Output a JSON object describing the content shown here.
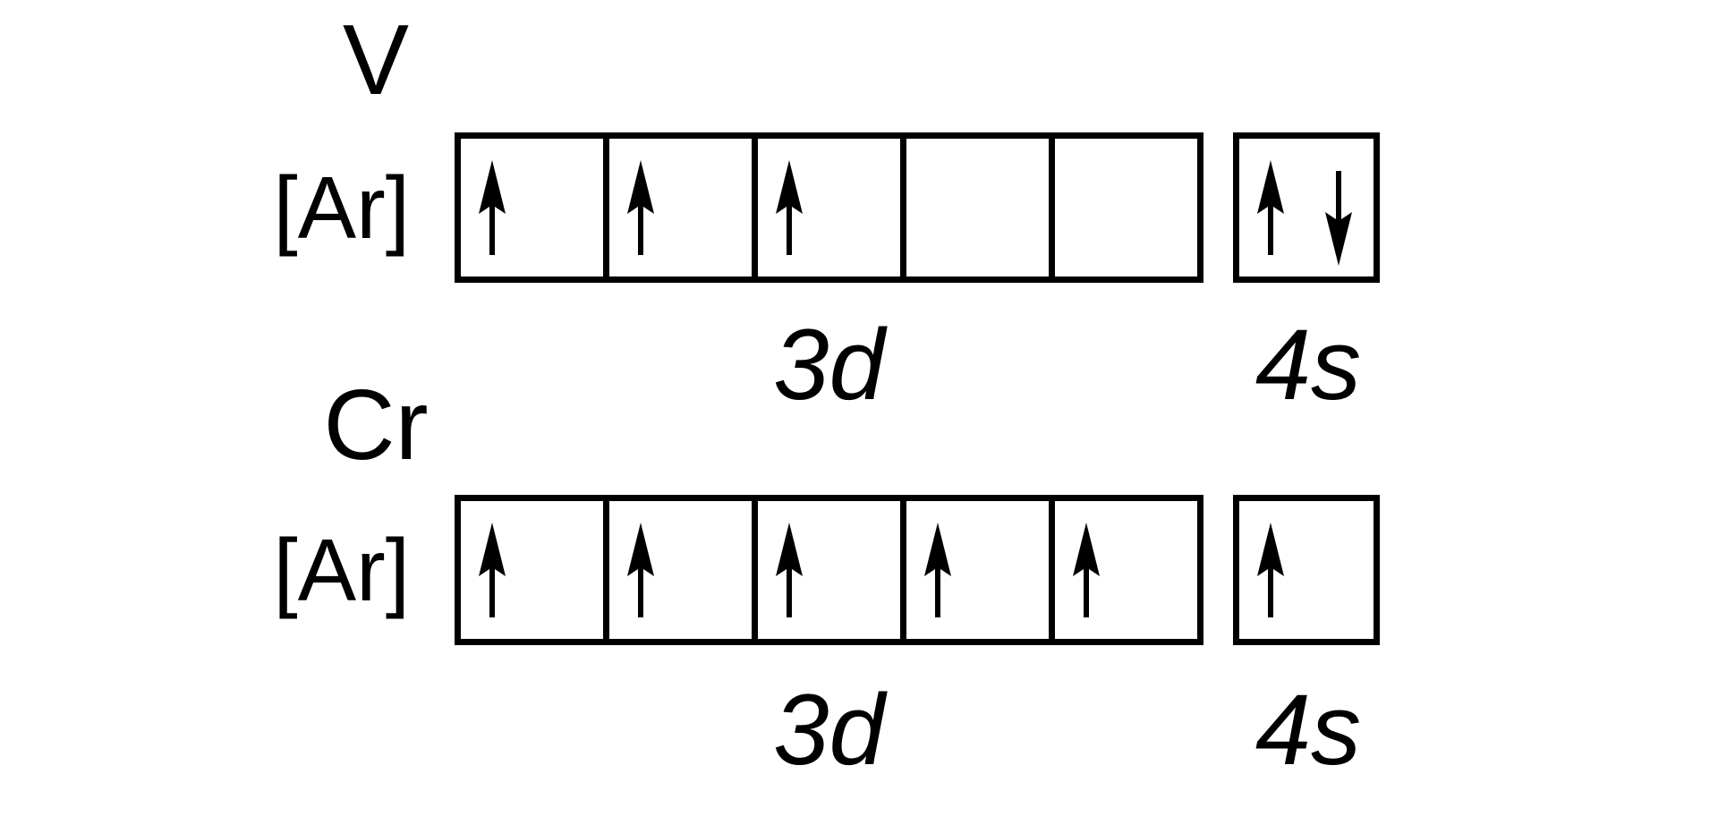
{
  "colors": {
    "background": "#ffffff",
    "ink": "#000000"
  },
  "diagrams": [
    {
      "element_symbol": "V",
      "core_label": "[Ar]",
      "subshells": [
        {
          "label": "3d",
          "orbitals": [
            [
              "up"
            ],
            [
              "up"
            ],
            [
              "up"
            ],
            [],
            []
          ]
        },
        {
          "label": "4s",
          "orbitals": [
            [
              "up",
              "down"
            ]
          ]
        }
      ]
    },
    {
      "element_symbol": "Cr",
      "core_label": "[Ar]",
      "subshells": [
        {
          "label": "3d",
          "orbitals": [
            [
              "up"
            ],
            [
              "up"
            ],
            [
              "up"
            ],
            [
              "up"
            ],
            [
              "up"
            ]
          ]
        },
        {
          "label": "4s",
          "orbitals": [
            [
              "up"
            ]
          ]
        }
      ]
    }
  ]
}
